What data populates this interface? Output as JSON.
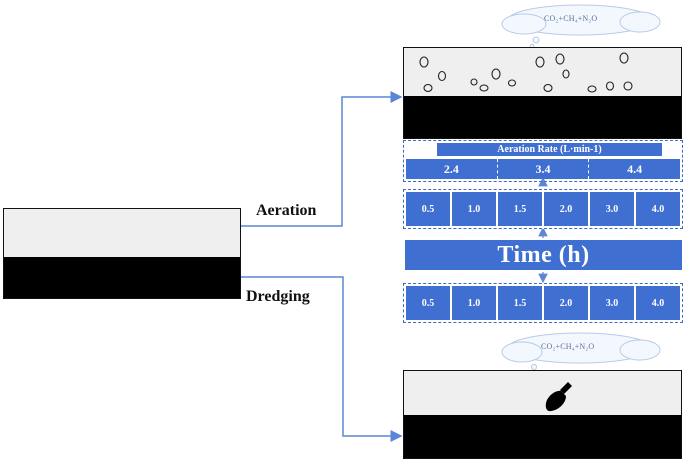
{
  "left_branch_labels": {
    "aeration": "Aeration",
    "dredging": "Dredging"
  },
  "gas_label_top": "CO₂+CH₄+N₂O",
  "gas_label_bottom": "CO₂+CH₄+N₂O",
  "aeration_rate": {
    "title": "Aeration Rate  (L·min-1)",
    "values": [
      "2.4",
      "3.4",
      "4.4"
    ]
  },
  "time": {
    "label": "Time (h)",
    "values_upper": [
      "0.5",
      "1.0",
      "1.5",
      "2.0",
      "3.0",
      "4.0"
    ],
    "values_lower": [
      "0.5",
      "1.0",
      "1.5",
      "2.0",
      "3.0",
      "4.0"
    ]
  },
  "colors": {
    "accent_blue": "#3f6fd1",
    "connector_blue": "#5b86d6",
    "sediment": "#000000",
    "water": "#efefef"
  },
  "icons": {
    "dredge_tool": "trowel-icon"
  }
}
